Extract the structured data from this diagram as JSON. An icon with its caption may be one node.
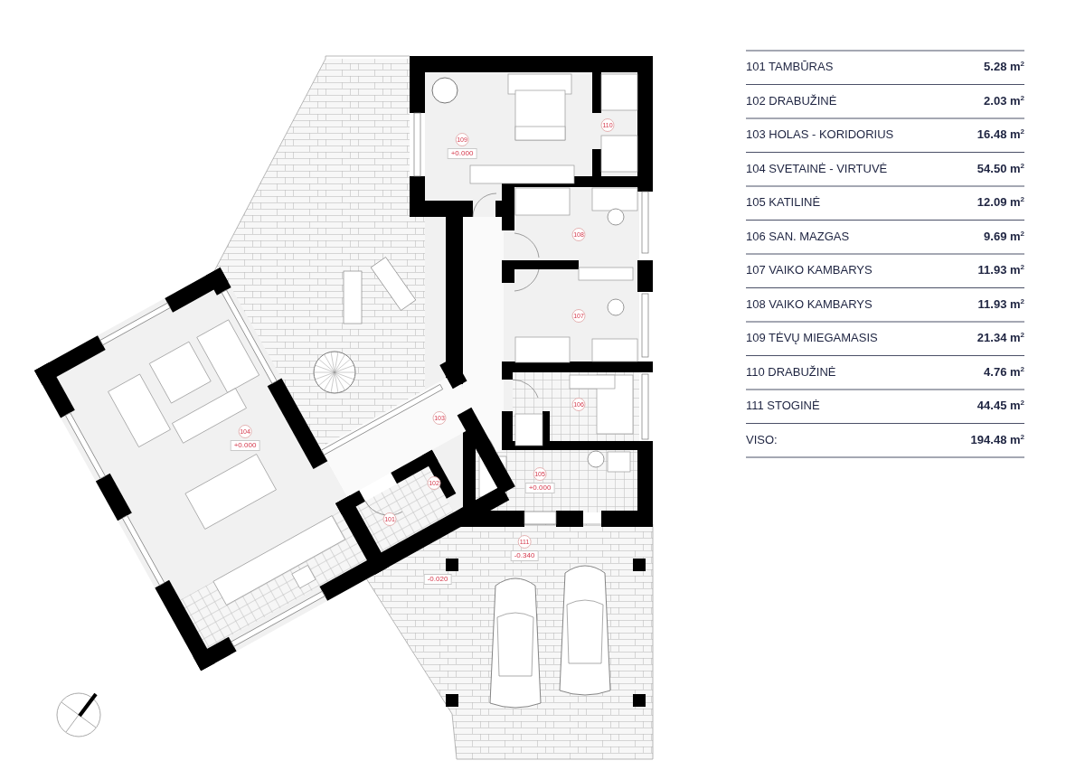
{
  "diagram": {
    "nodes": [
      {
        "text": [
          "109",
          "+0.000"
        ]
      },
      {
        "text": [
          "110"
        ]
      },
      {
        "text": [
          "108"
        ]
      },
      {
        "text": [
          "107"
        ]
      },
      {
        "text": [
          "106"
        ]
      },
      {
        "text": [
          "104",
          "+0.000"
        ]
      },
      {
        "text": [
          "103"
        ]
      },
      {
        "text": [
          "102"
        ]
      },
      {
        "text": [
          "105",
          "+0.000"
        ]
      },
      {
        "text": [
          "101"
        ]
      },
      {
        "text": [
          "111",
          "-0.340"
        ]
      },
      {
        "text": [
          "-0.020"
        ]
      }
    ],
    "labels": [
      "101 TAMBŪRAS",
      "5.28 m$^{2}$",
      "102 DRABUŽINĖ",
      "2.03 m$^{2}$",
      "103 HOLAS - KORIDORIUS",
      "16.48 m$^{2}$",
      "104 SVETAINĖ - VIRTUVĖ",
      "54.50 m$^{2}$",
      "105 KATILINĖ",
      "12.09 m$^{2}$",
      "106 SAN. MAZGAS",
      "9.69 m$^{2}$",
      "107 VAIKO KAMBARYS",
      "11.93 m$^{2}$",
      "108 VAIKO KAMBARYS",
      "11.93 m$^{2}$",
      "109 TĖVŲ MIEGAMASIS",
      "21.34 m$^{2}$",
      "110 DRABUŽINĖ",
      "4.76 m$^{2}$",
      "111 STOGINĖ",
      "44.45 m$^{2}$",
      "VISO:",
      "194.48 m$^{2}$"
    ]
  }
}
